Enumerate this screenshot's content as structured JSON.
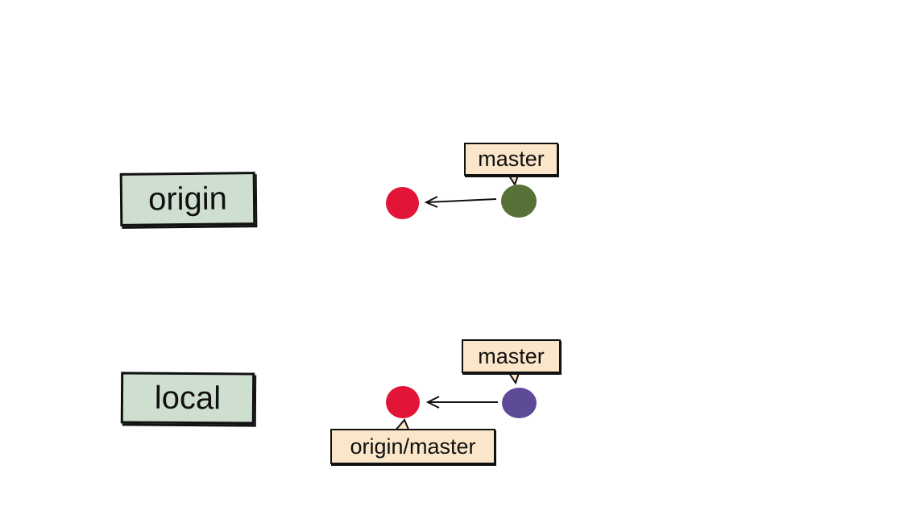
{
  "repos": {
    "origin": {
      "label": "origin"
    },
    "local": {
      "label": "local"
    }
  },
  "branches": {
    "origin_master": "master",
    "local_master": "master",
    "remote_tracking": "origin/master"
  },
  "colors": {
    "repo_box": "#cfdfcf",
    "label_bg": "#fbe6c9",
    "commit_red": "#e21437",
    "commit_green": "#587138",
    "commit_purple": "#5e4b98"
  }
}
